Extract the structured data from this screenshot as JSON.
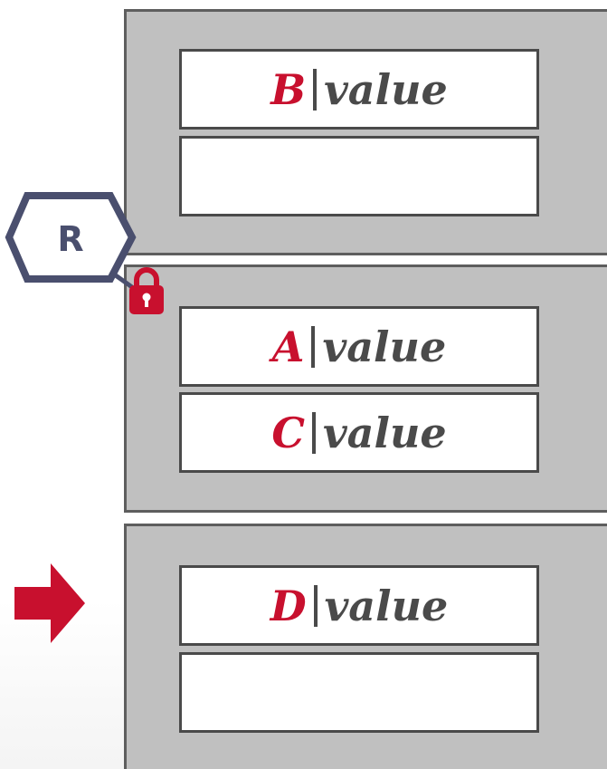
{
  "colors": {
    "page_fill": "#c0c0c0",
    "page_border": "#5e5e5e",
    "slot_fill": "#ffffff",
    "key_color": "#c8102e",
    "value_color": "#4a4a4a",
    "reader_color": "#4a4f6e",
    "accent": "#c8102e"
  },
  "reader_node": {
    "label": "R",
    "icon": "hexagon"
  },
  "lock_icon": "padlock-icon",
  "arrow_icon": "right-arrow-icon",
  "pages": [
    {
      "slots": [
        {
          "key": "B",
          "value": "value"
        },
        {
          "key": "",
          "value": ""
        }
      ]
    },
    {
      "slots": [
        {
          "key": "A",
          "value": "value"
        },
        {
          "key": "C",
          "value": "value"
        }
      ]
    },
    {
      "slots": [
        {
          "key": "D",
          "value": "value"
        },
        {
          "key": "",
          "value": ""
        }
      ]
    }
  ]
}
